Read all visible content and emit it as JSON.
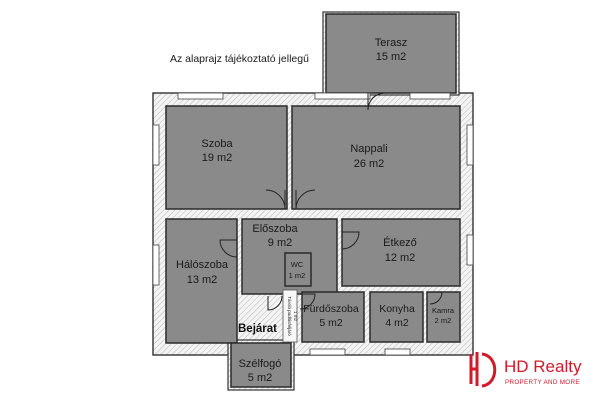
{
  "note": "Az alaprajz tájékoztató jellegű",
  "entrance_label": "Bejárat",
  "storage_label": "Tároló padlásfeljáró",
  "storage_area": "1 m2",
  "rooms": {
    "terasz": {
      "name": "Terasz",
      "area": "15 m2"
    },
    "szoba": {
      "name": "Szoba",
      "area": "19 m2"
    },
    "nappali": {
      "name": "Nappali",
      "area": "26 m2"
    },
    "eloszoba": {
      "name": "Előszoba",
      "area": "9 m2"
    },
    "etkezo": {
      "name": "Étkező",
      "area": "12 m2"
    },
    "haloszoba": {
      "name": "Hálószoba",
      "area": "13 m2"
    },
    "wc": {
      "name": "WC",
      "area": "1 m2"
    },
    "furdoszoba": {
      "name": "Fürdőszoba",
      "area": "5 m2"
    },
    "konyha": {
      "name": "Konyha",
      "area": "4 m2"
    },
    "kamra": {
      "name": "Kamra",
      "area": "2 m2"
    },
    "szelfogo": {
      "name": "Szélfogó",
      "area": "5 m2"
    }
  },
  "logo": {
    "brand": "HD Realty",
    "tagline": "PROPERTY AND MORE",
    "color": "#d11a2a"
  },
  "colors": {
    "room_fill": "#8a8a8a",
    "wall": "#f2f2f2",
    "accent": "#d11a2a"
  }
}
